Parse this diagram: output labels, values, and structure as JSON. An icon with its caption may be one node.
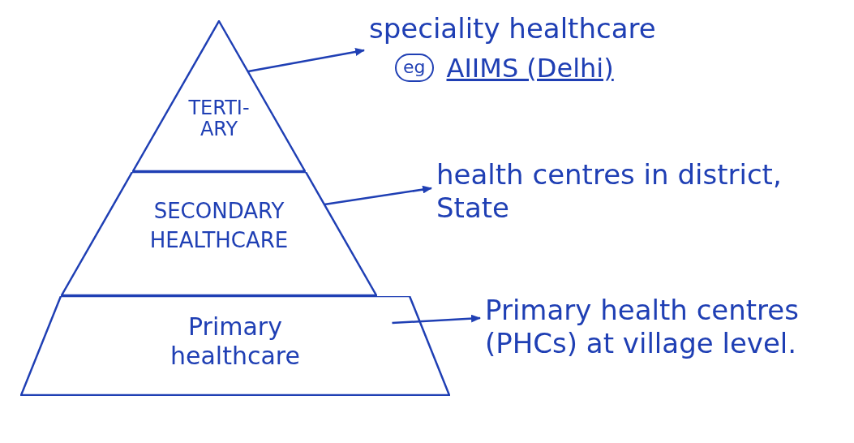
{
  "diagram": {
    "nodes": [
      {
        "text": [
          "TERTI-ARY"
        ]
      },
      {
        "text": [
          "SECONDARY HEALTHCARE"
        ]
      },
      {
        "text": [
          "Primary healthcare"
        ]
      },
      {
        "text": [
          "speciality healthcare",
          "eg",
          "AIIMS (Delhi)"
        ]
      },
      {
        "text": [
          "health centres in district, State"
        ]
      },
      {
        "text": [
          "Primary health centres (PHCs) at village level."
        ]
      }
    ],
    "edges": [
      {
        "from": 0,
        "to": 3,
        "arrow": "to"
      },
      {
        "from": 1,
        "to": 4,
        "arrow": "to"
      },
      {
        "from": 2,
        "to": 5,
        "arrow": "to"
      }
    ]
  }
}
